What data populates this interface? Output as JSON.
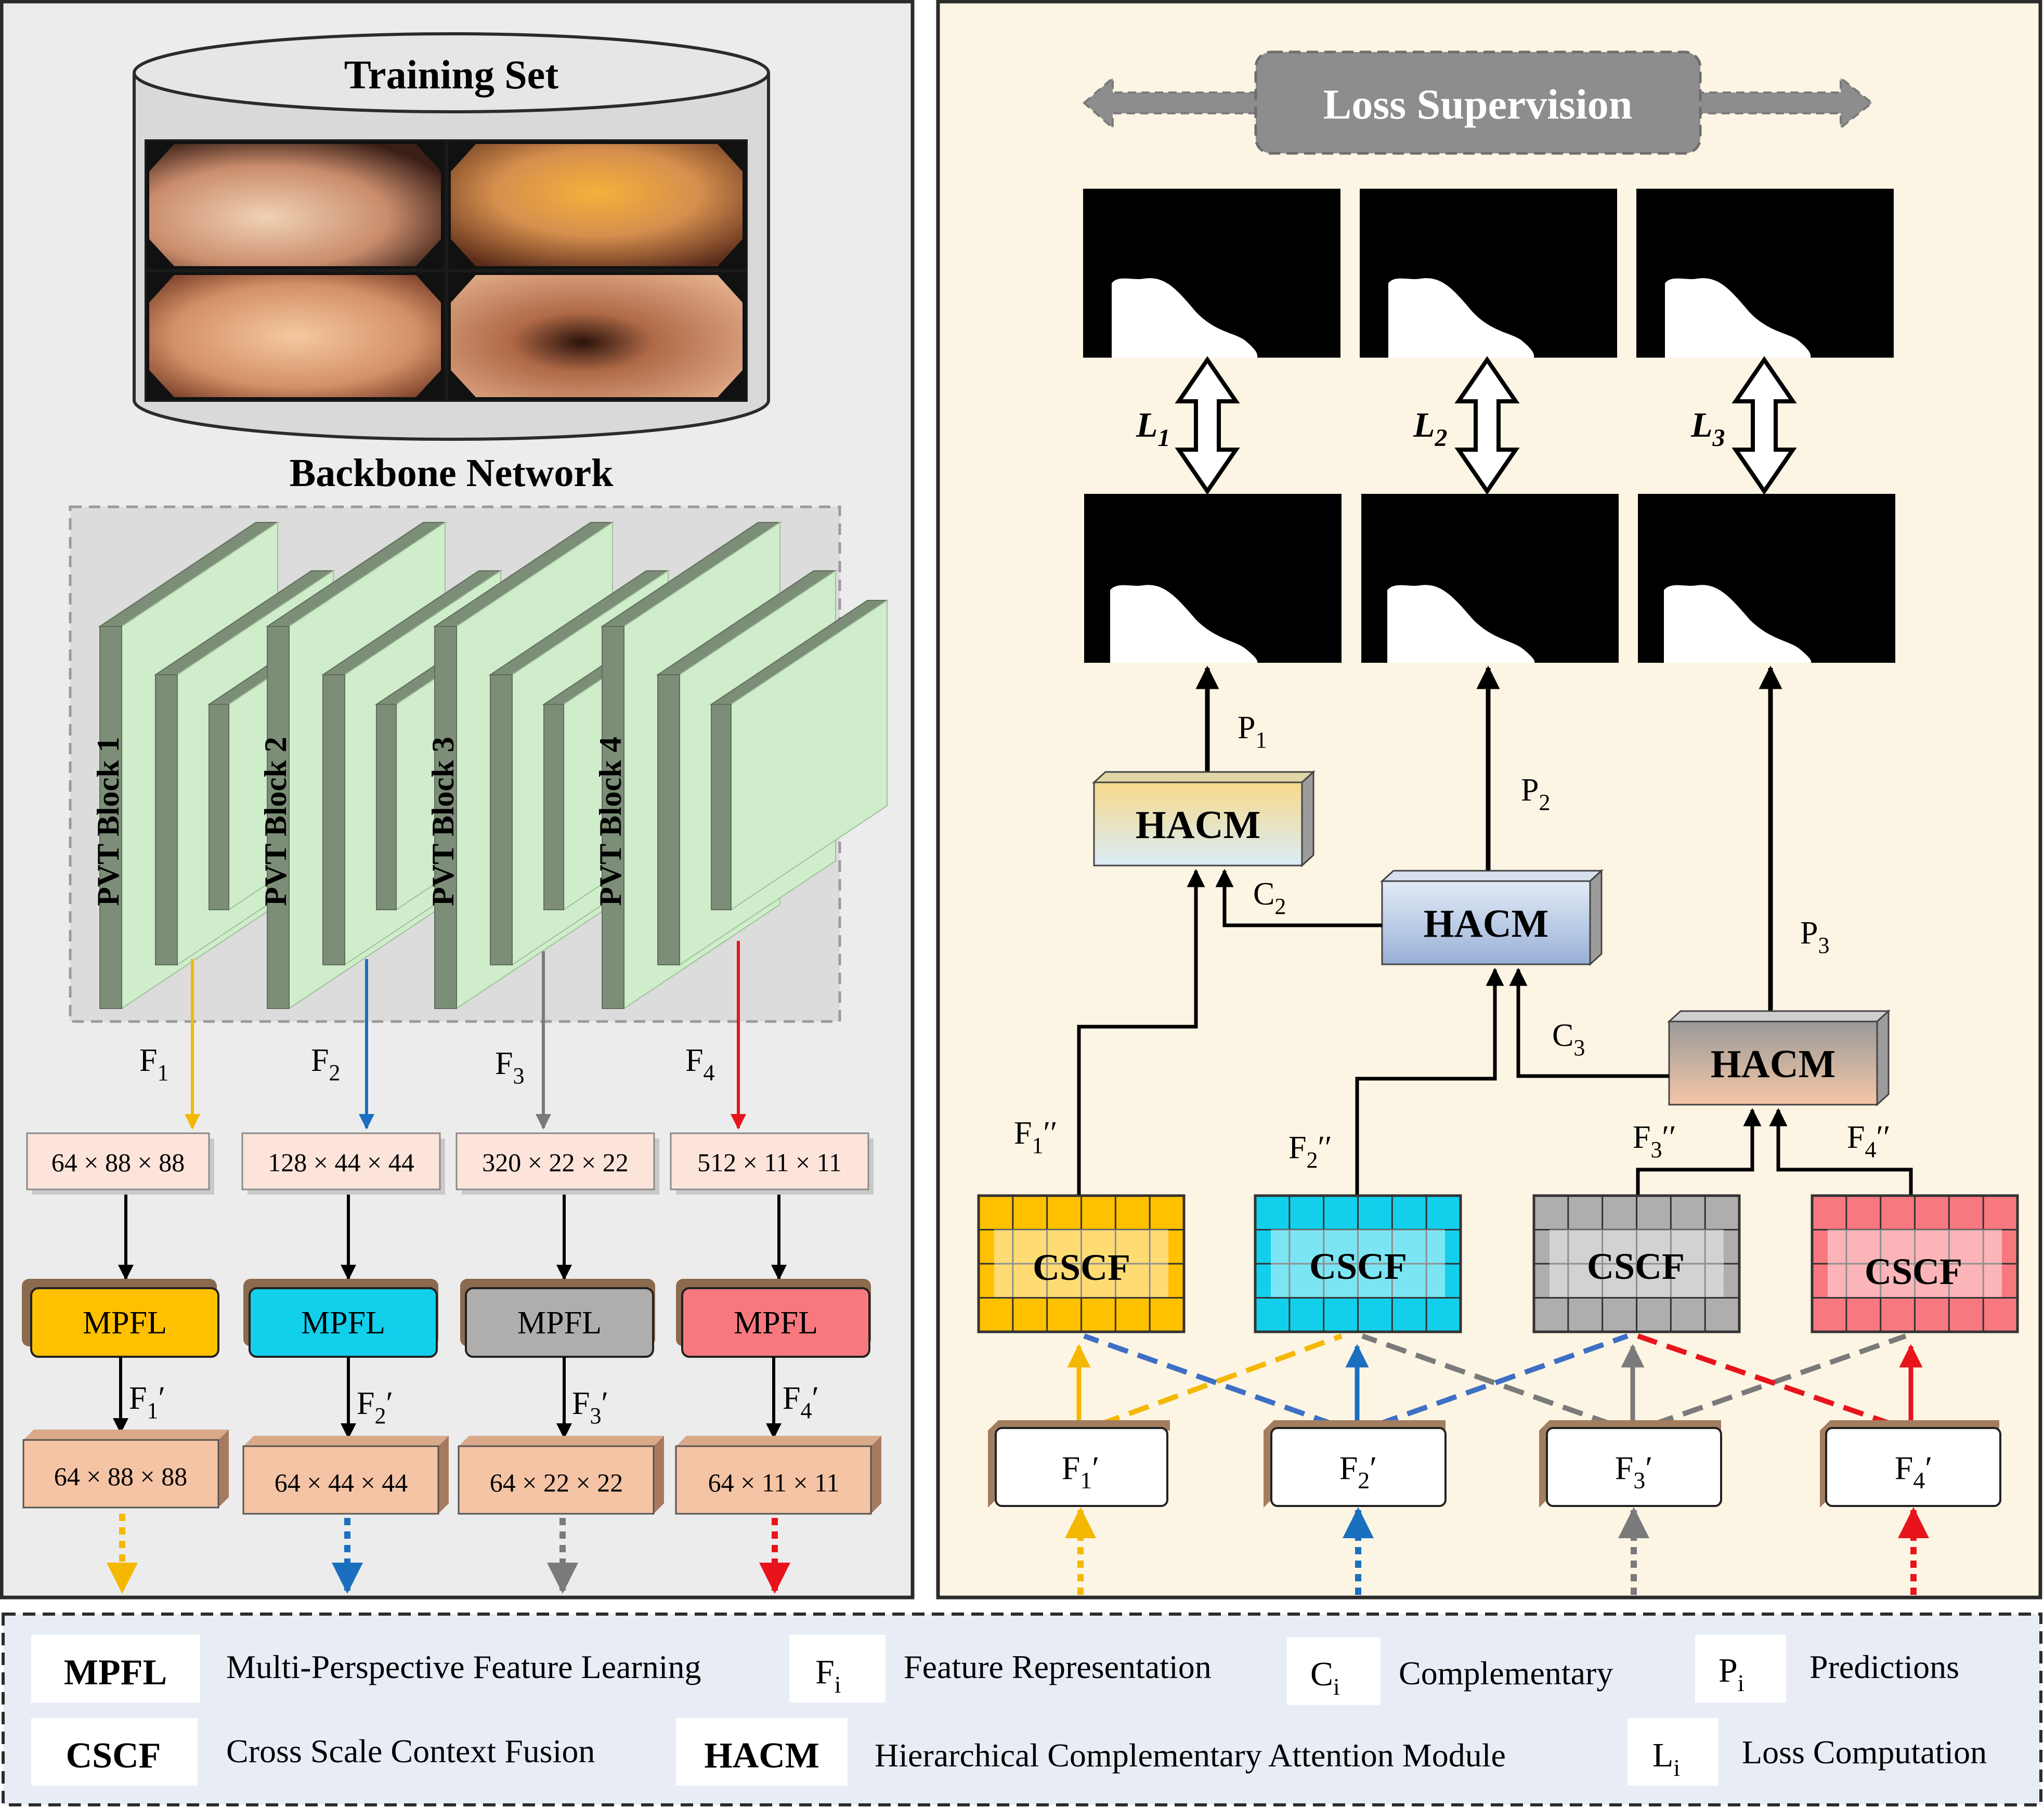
{
  "left_panel": {
    "training_title": "Training Set",
    "backbone_title": "Backbone Network",
    "blocks": [
      "PVT Block 1",
      "PVT Block 2",
      "PVT Block 3",
      "PVT Block 4"
    ],
    "features": [
      {
        "main": "F",
        "sub": "1"
      },
      {
        "main": "F",
        "sub": "2"
      },
      {
        "main": "F",
        "sub": "3"
      },
      {
        "main": "F",
        "sub": "4"
      }
    ],
    "dims_in": [
      "64 × 88 × 88",
      "128 × 44 × 44",
      "320 × 22 × 22",
      "512 × 11 × 11"
    ],
    "module_label": "MPFL",
    "refined_features": [
      {
        "main": "F",
        "sub": "1",
        "prime": "′"
      },
      {
        "main": "F",
        "sub": "2",
        "prime": "′"
      },
      {
        "main": "F",
        "sub": "3",
        "prime": "′"
      },
      {
        "main": "F",
        "sub": "4",
        "prime": "′"
      }
    ],
    "dims_out": [
      "64 × 88 × 88",
      "64 × 44 × 44",
      "64 × 22 × 22",
      "64 × 11 × 11"
    ]
  },
  "right_panel": {
    "loss_title": "Loss Supervision",
    "losses": [
      {
        "main": "L",
        "sub": "1"
      },
      {
        "main": "L",
        "sub": "2"
      },
      {
        "main": "L",
        "sub": "3"
      }
    ],
    "predictions": [
      {
        "main": "P",
        "sub": "1"
      },
      {
        "main": "P",
        "sub": "2"
      },
      {
        "main": "P",
        "sub": "3"
      }
    ],
    "hacm_label": "HACM",
    "complementary": [
      {
        "main": "C",
        "sub": "2"
      },
      {
        "main": "C",
        "sub": "3"
      }
    ],
    "fused_features": [
      {
        "main": "F",
        "sub": "1",
        "prime": "′′"
      },
      {
        "main": "F",
        "sub": "2",
        "prime": "′′"
      },
      {
        "main": "F",
        "sub": "3",
        "prime": "′′"
      },
      {
        "main": "F",
        "sub": "4",
        "prime": "′′"
      }
    ],
    "cscf_label": "CSCF",
    "inputs": [
      {
        "main": "F",
        "sub": "1",
        "prime": "′"
      },
      {
        "main": "F",
        "sub": "2",
        "prime": "′"
      },
      {
        "main": "F",
        "sub": "3",
        "prime": "′"
      },
      {
        "main": "F",
        "sub": "4",
        "prime": "′"
      }
    ]
  },
  "legend": {
    "items": [
      {
        "key": "MPFL",
        "desc": "Multi-Perspective Feature Learning"
      },
      {
        "key_main": "F",
        "key_sub": "i",
        "desc": "Feature Representation"
      },
      {
        "key_main": "C",
        "key_sub": "i",
        "desc": "Complementary"
      },
      {
        "key_main": "P",
        "key_sub": "i",
        "desc": "Predictions"
      },
      {
        "key": "CSCF",
        "desc": "Cross Scale Context Fusion"
      },
      {
        "key": "HACM",
        "desc": "Hierarchical Complementary Attention Module"
      },
      {
        "key_main": "L",
        "key_sub": "i",
        "desc": "Loss Computation"
      }
    ]
  },
  "colors": {
    "stream1": "#f5b800",
    "stream2": "#1a6fbf",
    "stream3": "#7a7a7a",
    "stream4": "#e8141c",
    "mpfl1": "#ffc000",
    "mpfl2": "#12d0ec",
    "mpfl3": "#b0aeac",
    "mpfl4": "#f7797f",
    "left_bg": "#ececec",
    "right_bg": "#fdf5e4",
    "block_fill": "#cfeccb",
    "block_side": "#7d8e78"
  }
}
